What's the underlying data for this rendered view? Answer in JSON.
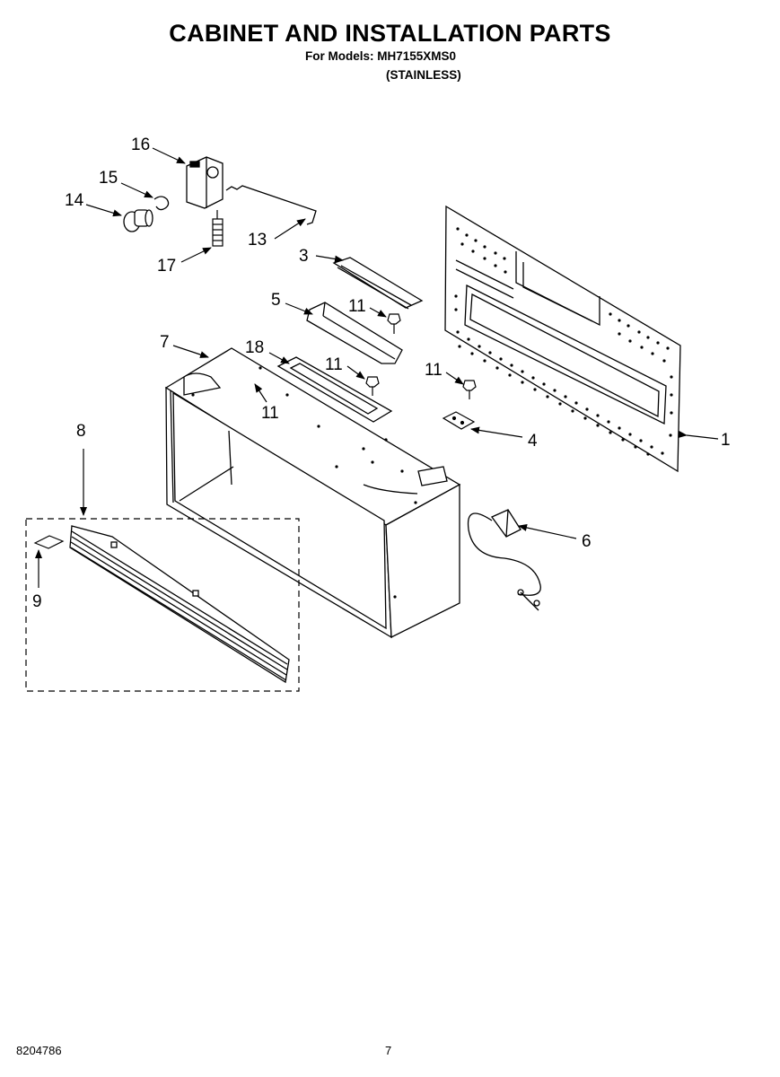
{
  "header": {
    "title": "CABINET AND INSTALLATION PARTS",
    "models_line": "For Models: MH7155XMS0",
    "finish_line": "(STAINLESS)"
  },
  "callouts": {
    "c1": "1",
    "c3": "3",
    "c4": "4",
    "c5": "5",
    "c6": "6",
    "c7": "7",
    "c8": "8",
    "c9": "9",
    "c11a": "11",
    "c11b": "11",
    "c11c": "11",
    "c11d": "11",
    "c13": "13",
    "c14": "14",
    "c15": "15",
    "c16": "16",
    "c17": "17",
    "c18": "18"
  },
  "footer": {
    "doc_number": "8204786",
    "page_number": "7"
  }
}
